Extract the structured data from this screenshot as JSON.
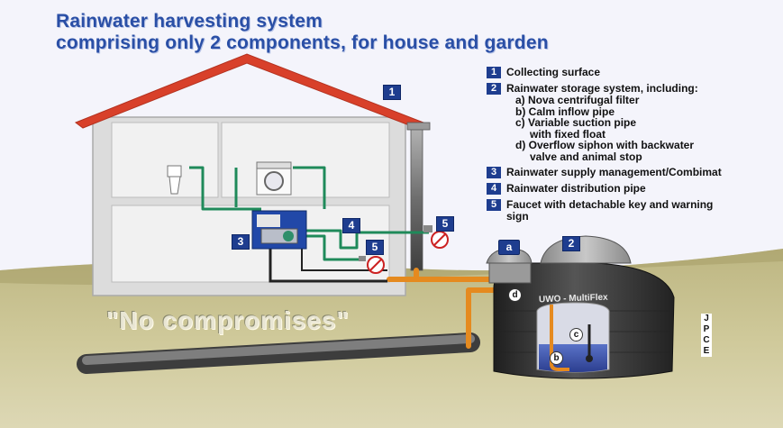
{
  "title_line1": "Rainwater harvesting system",
  "title_line2": "comprising only 2 components, for house and garden",
  "legend": {
    "item1_num": "1",
    "item1": "Collecting surface",
    "item2_num": "2",
    "item2": "Rainwater storage system, including:",
    "item2_a": "a) Nova centrifugal filter",
    "item2_b": "b) Calm inflow pipe",
    "item2_c1": "c) Variable suction pipe",
    "item2_c2": "with fixed float",
    "item2_d1": "d) Overflow siphon with backwater",
    "item2_d2": "valve and animal stop",
    "item3_num": "3",
    "item3": "Rainwater supply management/Combimat",
    "item4_num": "4",
    "item4": "Rainwater distribution pipe",
    "item5_num": "5",
    "item5_1": "Faucet with detachable key and warning",
    "item5_2": "sign"
  },
  "callouts": {
    "roof": "1",
    "tank": "2",
    "combimat": "3",
    "pipe": "4",
    "faucet_inside": "5",
    "faucet_outside": "5",
    "filter": "a",
    "inflow": "b",
    "suction": "c",
    "siphon": "d"
  },
  "slogan": "\"No compromises\"",
  "tank_label": "UWO - MultiFlex",
  "watermark": [
    "J",
    "P",
    "C",
    "E"
  ],
  "colors": {
    "title_blue": "#2a4fa6",
    "badge_blue": "#1e3d8f",
    "roof_red": "#d8402a",
    "pipe_green": "#1f8a5a",
    "pipe_orange": "#e58a1f",
    "ground": "#c9c28d",
    "tank_dark": "#3a3a3a"
  }
}
